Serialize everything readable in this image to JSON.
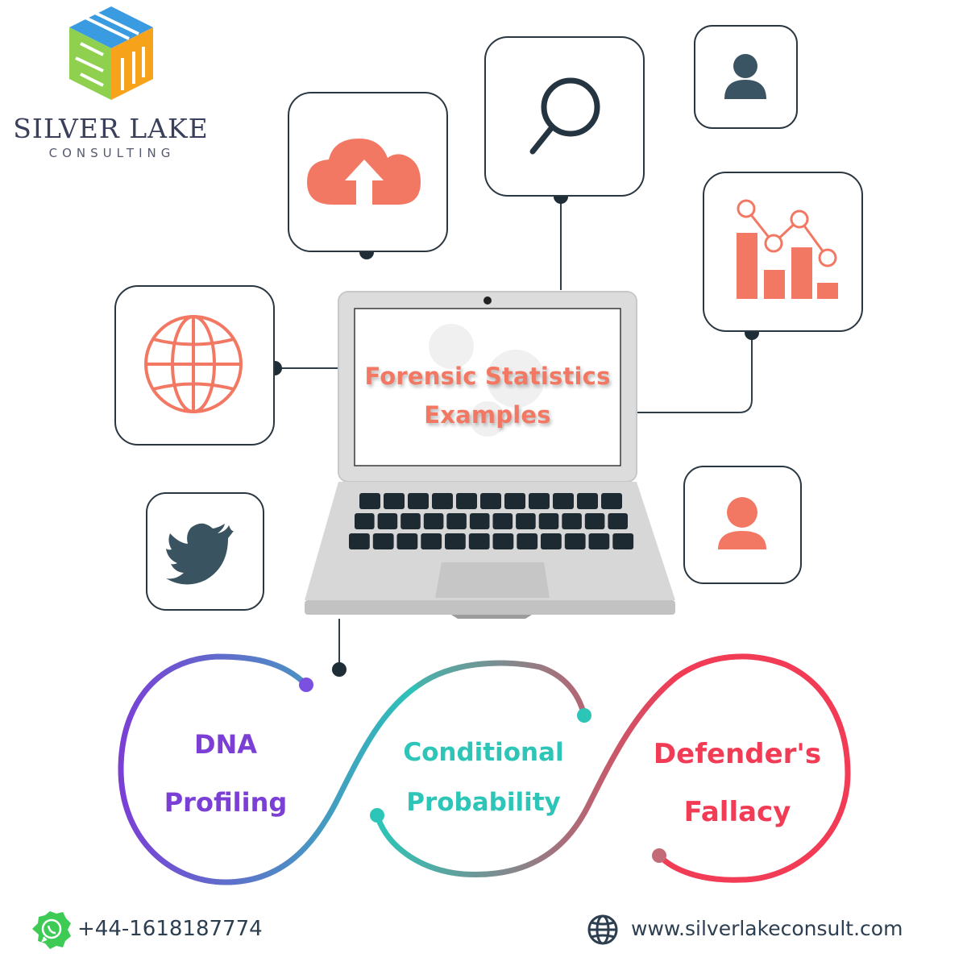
{
  "brand": {
    "name": "SILVER LAKE",
    "tagline": "CONSULTING"
  },
  "screen": {
    "title_line1": "Forensic Statistics",
    "title_line2": "Examples"
  },
  "icons": [
    "cloud-upload-icon",
    "search-icon",
    "user-icon",
    "bar-line-chart-icon",
    "globe-icon",
    "twitter-bird-icon",
    "user-icon"
  ],
  "loops": [
    {
      "line1": "DNA",
      "line2": "Profiling",
      "color": "#7b3fd6"
    },
    {
      "line1": "Conditional",
      "line2": "Probability",
      "color": "#2cc5b8"
    },
    {
      "line1": "Defender's",
      "line2": "Fallacy",
      "color": "#f23b55"
    }
  ],
  "footer": {
    "phone": "+44-1618187774",
    "website": "www.silverlakeconsult.com"
  },
  "colors": {
    "accent": "#f27863",
    "dark": "#2e4453",
    "purple": "#7b3fd6",
    "teal": "#2cc5b8",
    "red": "#f23b55",
    "whatsapp": "#3ecb55"
  }
}
